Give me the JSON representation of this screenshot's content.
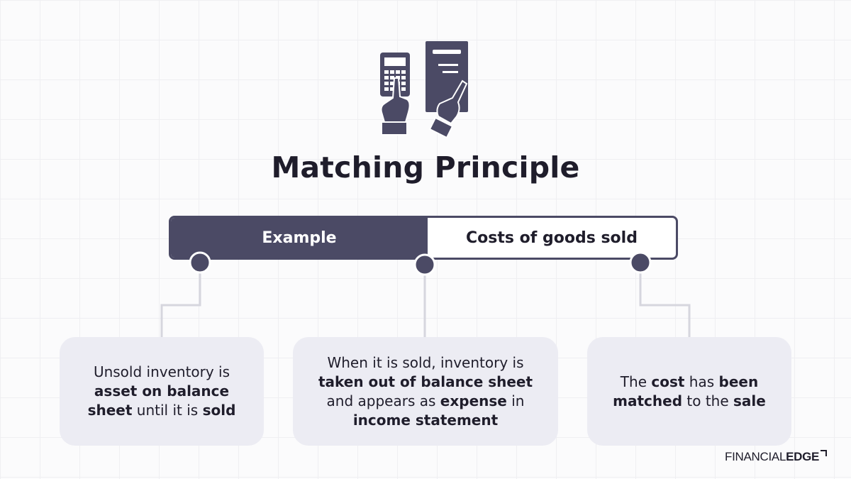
{
  "title": "Matching Principle",
  "banner": {
    "left_label": "Example",
    "right_label": "Costs of goods sold"
  },
  "cards": [
    {
      "segments": [
        {
          "text": "Unsold inventory is ",
          "bold": false
        },
        {
          "text": "asset on balance sheet",
          "bold": true
        },
        {
          "text": " until it is ",
          "bold": false
        },
        {
          "text": "sold",
          "bold": true
        }
      ]
    },
    {
      "segments": [
        {
          "text": "When it is sold, inventory is ",
          "bold": false
        },
        {
          "text": "taken out of balance sheet",
          "bold": true
        },
        {
          "text": " and appears as ",
          "bold": false
        },
        {
          "text": "expense",
          "bold": true
        },
        {
          "text": " in ",
          "bold": false
        },
        {
          "text": "income statement",
          "bold": true
        }
      ]
    },
    {
      "segments": [
        {
          "text": "The ",
          "bold": false
        },
        {
          "text": "cost",
          "bold": true
        },
        {
          "text": " has ",
          "bold": false
        },
        {
          "text": "been matched",
          "bold": true
        },
        {
          "text": " to the ",
          "bold": false
        },
        {
          "text": "sale",
          "bold": true
        }
      ]
    }
  ],
  "logo": {
    "light": "FINANCIAL",
    "bold": "EDGE"
  },
  "colors": {
    "primary": "#4b4a65",
    "text": "#1f1d2b",
    "card_bg": "#ececf3",
    "connector": "#d6d6de"
  },
  "icons": {
    "hero": "calculator-and-document-hands-icon"
  }
}
